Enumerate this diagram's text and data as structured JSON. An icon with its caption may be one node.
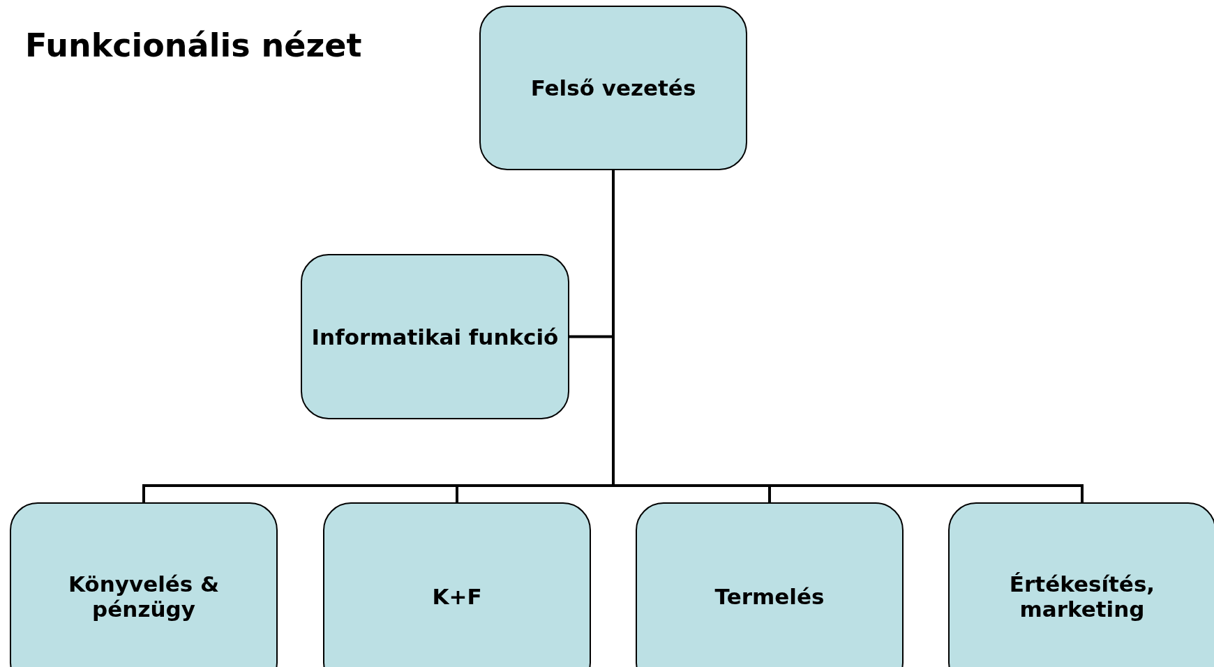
{
  "diagram": {
    "title": "Funkcionális nézet",
    "nodes": [
      {
        "text": [
          "Felső vezetés"
        ]
      },
      {
        "text": [
          "Informatikai funkció"
        ]
      },
      {
        "text": [
          "Könyvelés & pénzügy"
        ]
      },
      {
        "text": [
          "K+F"
        ]
      },
      {
        "text": [
          "Termelés"
        ]
      },
      {
        "text": [
          "Értékesítés, marketing"
        ]
      }
    ],
    "edges": [
      {
        "from": 0,
        "to": 1,
        "arrow": "none"
      },
      {
        "from": 0,
        "to": 2,
        "arrow": "none"
      },
      {
        "from": 0,
        "to": 3,
        "arrow": "none"
      },
      {
        "from": 0,
        "to": 4,
        "arrow": "none"
      },
      {
        "from": 0,
        "to": 5,
        "arrow": "none"
      }
    ]
  }
}
